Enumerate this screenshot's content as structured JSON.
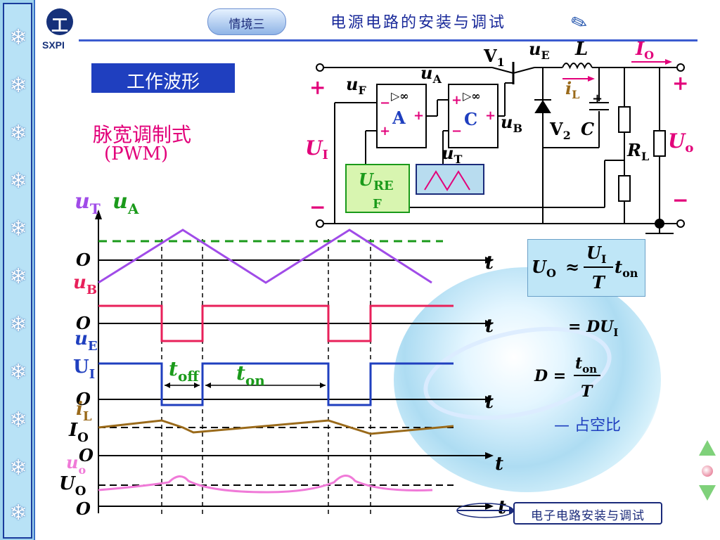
{
  "header": {
    "logo_text": "SXPI",
    "logo_glyph": "工",
    "scene_label": "情境三",
    "title": "电源电路的安装与调试"
  },
  "section_title": "工作波形",
  "mode_title": "脉宽调制式",
  "mode_subtitle": "(PWM)",
  "circuit": {
    "labels": {
      "uF": "u",
      "uF_sub": "F",
      "uA": "u",
      "uA_sub": "A",
      "uB": "u",
      "uB_sub": "B",
      "uE": "u",
      "uE_sub": "E",
      "uT": "u",
      "uT_sub": "T",
      "V1": "V",
      "V1_sub": "1",
      "V2": "V",
      "V2_sub": "2",
      "L": "L",
      "C": "C",
      "iL": "i",
      "iL_sub": "L",
      "IO": "I",
      "IO_sub": "O",
      "UI": "U",
      "UI_sub": "I",
      "Uo": "U",
      "Uo_sub": "o",
      "RL": "R",
      "RL_sub": "L",
      "UREF": "U",
      "UREF_sub1": "RE",
      "UREF_sub2": "F",
      "opamp_A": "A",
      "opamp_C": "C",
      "opamp_symbol": "▷∞",
      "plus": "+",
      "minus": "−"
    }
  },
  "waveforms": {
    "row1": {
      "label": "u",
      "label_sub": "T",
      "label2": "u",
      "label2_sub": "A",
      "origin": "O",
      "axis": "t"
    },
    "row2": {
      "label": "u",
      "label_sub": "B",
      "origin": "O",
      "axis": "t"
    },
    "row3": {
      "label": "u",
      "label_sub": "E",
      "level": "U",
      "level_sub": "I",
      "origin": "O",
      "axis": "t",
      "t_off": "t",
      "t_off_sub": "off",
      "t_on": "t",
      "t_on_sub": "on"
    },
    "row4": {
      "label": "i",
      "label_sub": "L",
      "level": "I",
      "level_sub": "O",
      "origin": "O",
      "axis": "t"
    },
    "row5": {
      "label": "u",
      "label_sub": "o",
      "level": "U",
      "level_sub": "O",
      "origin": "O",
      "axis": "t"
    }
  },
  "formulas": {
    "f1_lhs": "U",
    "f1_lhs_sub": "O",
    "f1_approx": "≈",
    "f1_num": "U",
    "f1_num_sub": "I",
    "f1_den": "T",
    "f1_tail": "t",
    "f1_tail_sub": "on",
    "f2": "= DU",
    "f2_sub": "I",
    "f3_lhs": "D =",
    "f3_num": "t",
    "f3_num_sub": "on",
    "f3_den": "T",
    "duty_label": "— 占空比"
  },
  "footer": {
    "badge": "电子电路安装与调试"
  },
  "colors": {
    "magenta": "#e2007a",
    "blue": "#1f3fbf",
    "purple": "#a04be8",
    "green": "#1a9a1a",
    "brown": "#9a6a1a",
    "pink": "#f07ad8",
    "red_pulse": "#e8205a"
  },
  "icons": {
    "left_strip": "snowflake-icon",
    "pencil": "pencil-icon",
    "nav_up": "triangle-up-icon",
    "nav_down": "triangle-down-icon"
  }
}
